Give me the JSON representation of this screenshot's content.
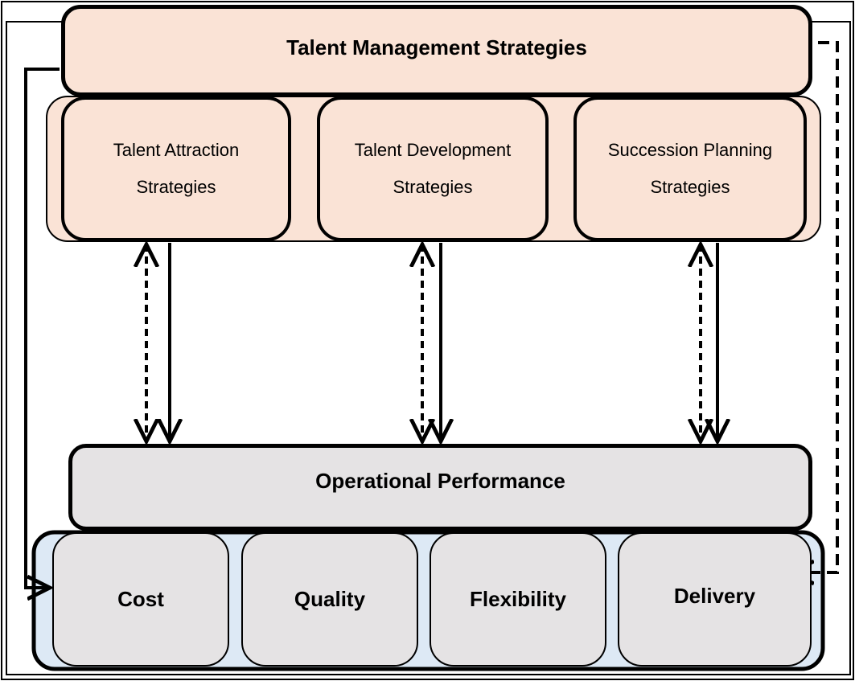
{
  "title": "Talent Management Strategies",
  "strategies": [
    {
      "line1": "Talent Attraction",
      "line2": "Strategies"
    },
    {
      "line1": "Talent Development",
      "line2": "Strategies"
    },
    {
      "line1": "Succession Planning",
      "line2": "Strategies"
    }
  ],
  "performance": "Operational Performance",
  "dimensions": [
    "Cost",
    "Quality",
    "Flexibility",
    "Delivery"
  ],
  "colors": {
    "strategy_fill": "#fae3d6",
    "performance_fill": "#e5e3e4",
    "dimension_group_fill": "#dde9f5",
    "outline": "#000000"
  }
}
